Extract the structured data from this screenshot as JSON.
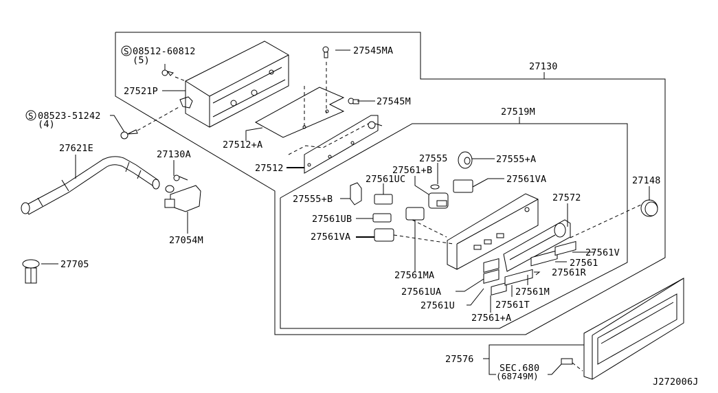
{
  "diagram": {
    "code": "J272006J",
    "assembly_labels": {
      "main_assembly": "27130",
      "control_unit": "27519M"
    },
    "labels": {
      "screw_1": "08512-60812",
      "screw_1_qty": "(5)",
      "screw_2": "08523-51242",
      "screw_2_qty": "(4)",
      "bracket": "27521P",
      "plate_a": "27512+A",
      "plate": "27512",
      "screw_ma": "27545MA",
      "screw_m": "27545M",
      "hose": "27621E",
      "clip": "27130A",
      "sensor": "27054M",
      "plug": "27705",
      "grommet_a": "27555+A",
      "spring": "27555",
      "knob_b": "27561+B",
      "knob_uc": "27561UC",
      "clip_b": "27555+B",
      "knob_va_top": "27561VA",
      "knob_ub": "27561UB",
      "knob_va_left": "27561VA",
      "knob_ma": "27561MA",
      "face_panel": "27572",
      "cap": "27148",
      "btn_v": "27561V",
      "btn": "27561",
      "btn_r": "27561R",
      "btn_ua": "27561UA",
      "btn_m": "27561M",
      "btn_u": "27561U",
      "btn_t": "27561T",
      "btn_a": "27561+A",
      "bezel": "27576",
      "sec_ref": "SEC.680",
      "sec_ref_part": "(68749M)"
    },
    "symbols": {
      "standard_part": "S"
    }
  }
}
